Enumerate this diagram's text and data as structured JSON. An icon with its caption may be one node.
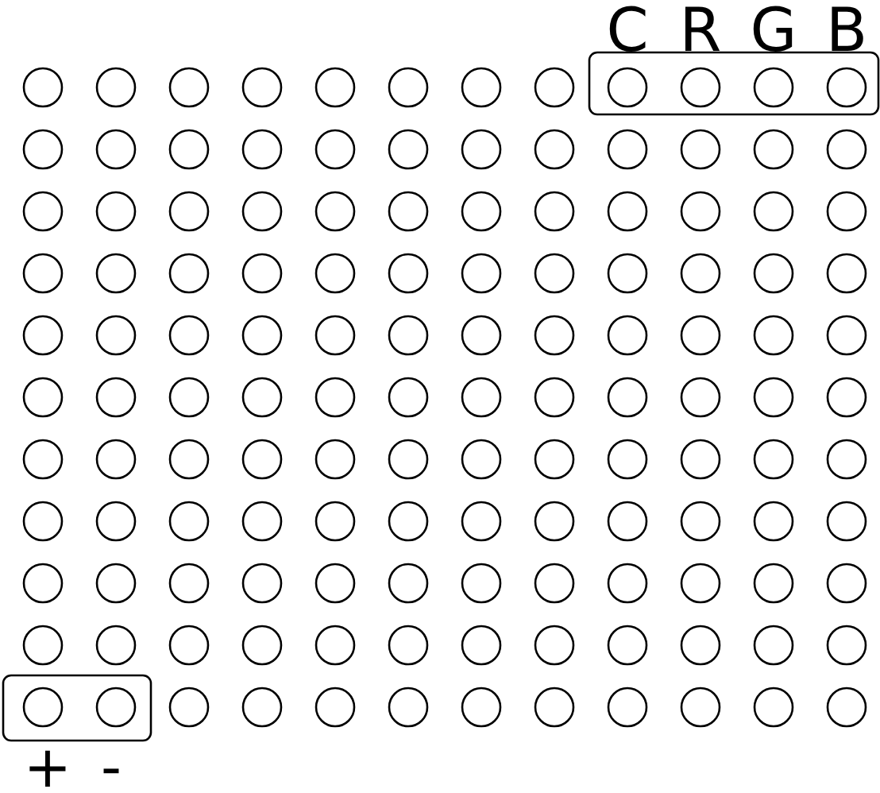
{
  "diagram": {
    "labels": [
      "C",
      "R",
      "G",
      "B",
      "+",
      "-"
    ]
  }
}
